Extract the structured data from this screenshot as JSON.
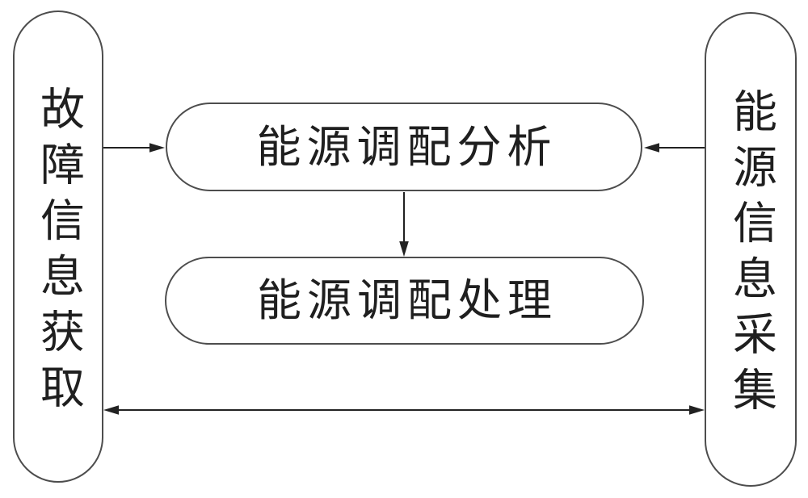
{
  "nodes": {
    "left": {
      "label": "故障信息获取"
    },
    "right": {
      "label": "能源信息采集"
    },
    "top": {
      "label": "能源调配分析"
    },
    "bottom": {
      "label": "能源调配处理"
    }
  },
  "edges": [
    {
      "from": "left",
      "to": "top",
      "type": "single",
      "description": "left node feeds top node"
    },
    {
      "from": "right",
      "to": "top",
      "type": "single",
      "description": "right node feeds top node"
    },
    {
      "from": "top",
      "to": "bottom",
      "type": "single",
      "description": "top node feeds bottom node"
    },
    {
      "from": "left",
      "to": "right",
      "type": "double",
      "description": "bidirectional link along bottom"
    }
  ],
  "colors": {
    "background": "#ffffff",
    "node_border": "#4d4d4d",
    "arrow": "#222222",
    "text": "#1f1f1f"
  }
}
